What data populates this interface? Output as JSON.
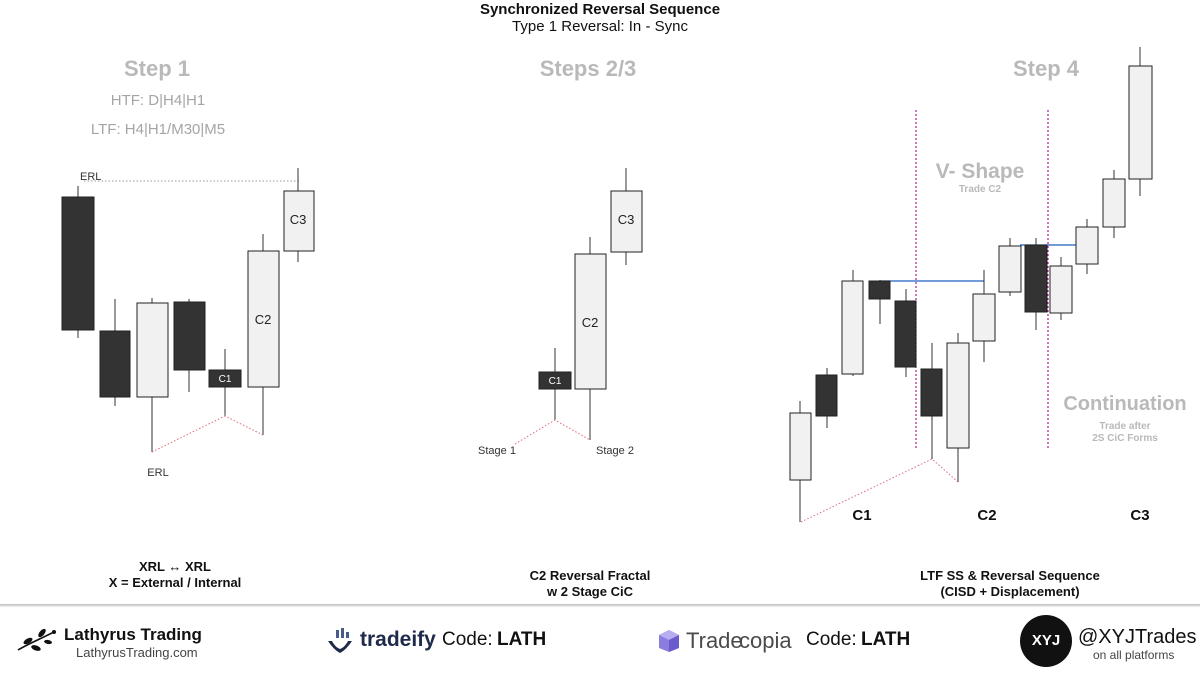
{
  "header": {
    "title": "Synchronized Reversal Sequence",
    "subtitle": "Type 1 Reversal: In - Sync"
  },
  "panels": {
    "step1": {
      "heading": "Step 1",
      "htf": "HTF: D|H4|H1",
      "ltf": "LTF: H4|H1/M30|M5",
      "labels": {
        "erl_top": "ERL",
        "erl_bottom": "ERL",
        "c1": "C1",
        "c2": "C2",
        "c3": "C3"
      },
      "note_line1": "XRL ↔ XRL",
      "note_line2": "X = External / Internal"
    },
    "step23": {
      "heading": "Steps 2/3",
      "labels": {
        "c1": "C1",
        "c2": "C2",
        "c3": "C3",
        "stage1": "Stage 1",
        "stage2": "Stage 2"
      },
      "note_line1": "C2 Reversal Fractal",
      "note_line2": "w 2 Stage CiC"
    },
    "step4": {
      "heading": "Step 4",
      "vshape": "V- Shape",
      "vshape_sub": "Trade C2",
      "continuation": "Continuation",
      "continuation_sub1": "Trade after",
      "continuation_sub2": "2S CiC Forms",
      "labels": {
        "c1": "C1",
        "c2": "C2",
        "c3": "C3"
      },
      "note_line1": "LTF SS & Reversal Sequence",
      "note_line2": "(CISD + Displacement)"
    }
  },
  "footer": {
    "lathyrus_name": "Lathyrus Trading",
    "lathyrus_url": "LathyrusTrading.com",
    "tradeify_name": "tradeify",
    "tradeify_code_label": "Code:",
    "tradeify_code": "LATH",
    "tradecopia_name_a": "Trade",
    "tradecopia_name_b": "copia",
    "tradecopia_code_label": "Code:",
    "tradecopia_code": "LATH",
    "xyj_logo": "XYJ",
    "handle": "@XYJTrades",
    "handle_sub": "on all platforms"
  },
  "colors": {
    "bear_candle": "#333333",
    "bull_candle": "#f1f1f1",
    "dotted_red": "#e06b7a",
    "session_line": "#a020a0",
    "level_line": "#1f5fbf",
    "muted_text": "#b9b9b9"
  }
}
